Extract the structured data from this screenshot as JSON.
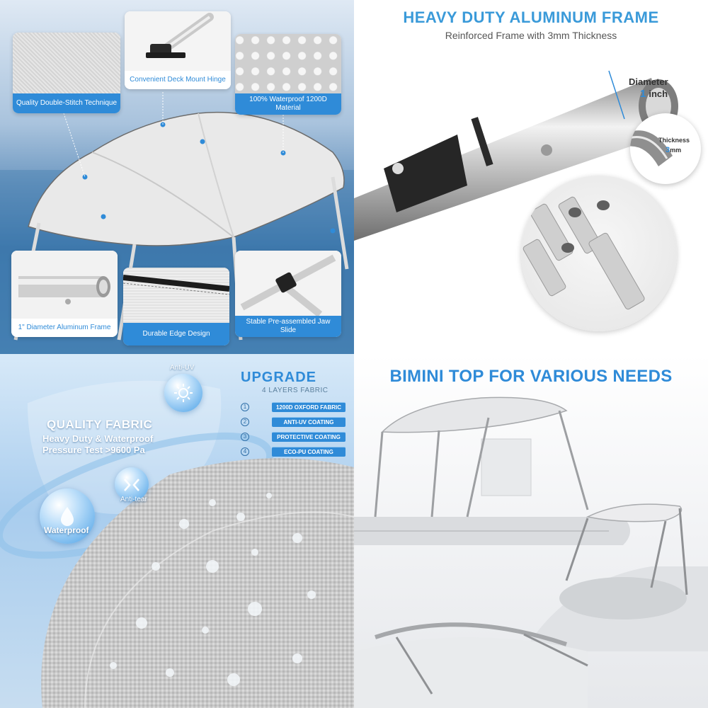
{
  "panels": {
    "features": {
      "double_stitch": "Quality Double-Stitch Technique",
      "deck_hinge": "Convenient Deck Mount Hinge",
      "waterproof_material": "100% Waterproof 1200D Material",
      "aluminum_frame": "1\" Diameter Aluminum Frame",
      "edge_design": "Durable Edge Design",
      "jaw_slide": "Stable Pre-assembled Jaw Slide"
    },
    "frame": {
      "title": "HEAVY DUTY ALUMINUM FRAME",
      "subtitle": "Reinforced Frame with 3mm Thickness",
      "diameter_label": "Diameter",
      "diameter_value": "1",
      "diameter_unit": "inch",
      "thickness_label": "Thickness",
      "thickness_value": "3",
      "thickness_unit": "mm"
    },
    "fabric": {
      "upgrade_title": "UPGRADE",
      "upgrade_subtitle": "4 LAYERS FABRIC",
      "layers": [
        {
          "num": "1",
          "label": "1200D OXFORD FABRIC"
        },
        {
          "num": "2",
          "label": "ANTI-UV COATING"
        },
        {
          "num": "3",
          "label": "PROTECTIVE COATING"
        },
        {
          "num": "4",
          "label": "ECO-PU COATING"
        }
      ],
      "quality_title": "QUALITY FABRIC",
      "quality_line": "Heavy Duty & Waterproof",
      "pressure_label": "Pressure Test",
      "pressure_value": ">9600 Pa",
      "tag_uv": "Anti-UV",
      "tag_tear": "Anti-tear",
      "tag_waterproof": "Waterproof"
    },
    "needs": {
      "title": "BIMINI TOP FOR VARIOUS NEEDS"
    }
  },
  "colors": {
    "accent_blue": "#2f8bd8",
    "title_blue": "#3a9ad9",
    "caption_bg": "#2f8bd8"
  },
  "icons": {
    "uv": "sun-icon",
    "tear": "hand-pull-icon",
    "waterproof": "water-drop-icon"
  }
}
